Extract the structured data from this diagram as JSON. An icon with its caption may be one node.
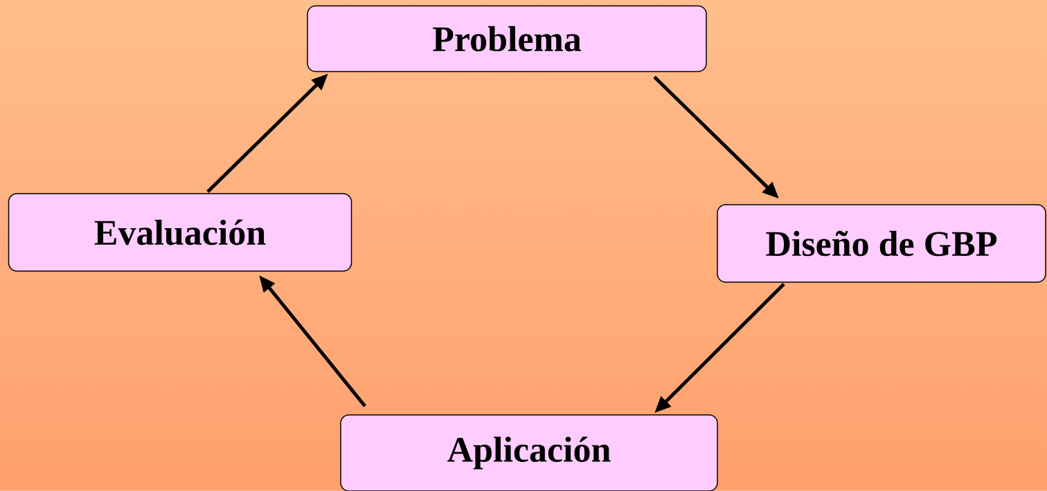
{
  "diagram": {
    "nodes": [
      {
        "text": [
          "Problema"
        ]
      },
      {
        "text": [
          "Diseño de GBP"
        ]
      },
      {
        "text": [
          "Aplicación"
        ]
      },
      {
        "text": [
          "Evaluación"
        ]
      }
    ],
    "edges": [
      {
        "from": 0,
        "to": 1,
        "arrow": "to"
      },
      {
        "from": 1,
        "to": 2,
        "arrow": "to"
      },
      {
        "from": 2,
        "to": 3,
        "arrow": "to"
      },
      {
        "from": 3,
        "to": 0,
        "arrow": "to"
      }
    ]
  }
}
